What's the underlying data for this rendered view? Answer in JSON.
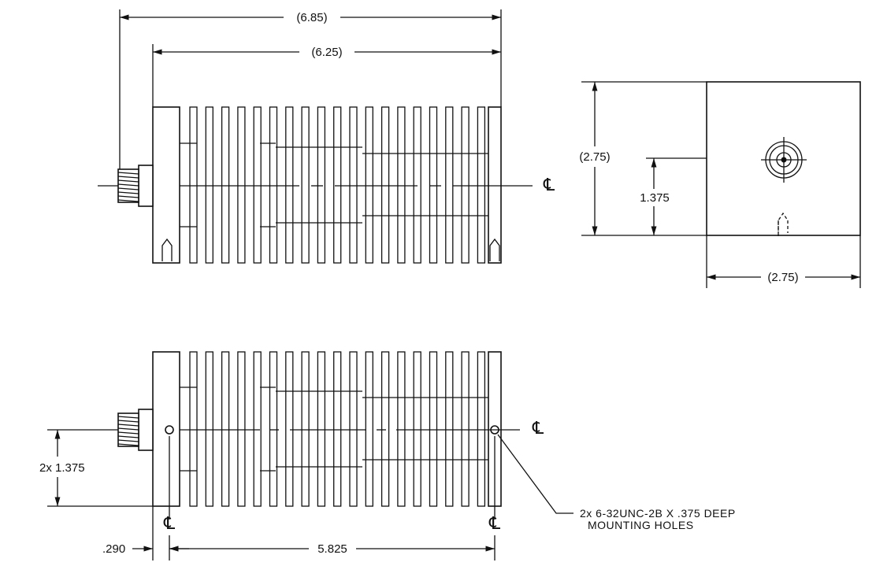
{
  "dimensions": {
    "overall_length": "(6.85)",
    "body_length": "(6.25)",
    "end_height": "(2.75)",
    "end_center_height": "1.375",
    "end_width": "(2.75)",
    "hole_height": "2x  1.375",
    "hole_offset": ".290",
    "hole_spacing": "5.825"
  },
  "note": {
    "line1": "2x  6-32UNC-2B  X  .375  DEEP",
    "line2": "MOUNTING  HOLES"
  },
  "centerline_symbol": "℄"
}
